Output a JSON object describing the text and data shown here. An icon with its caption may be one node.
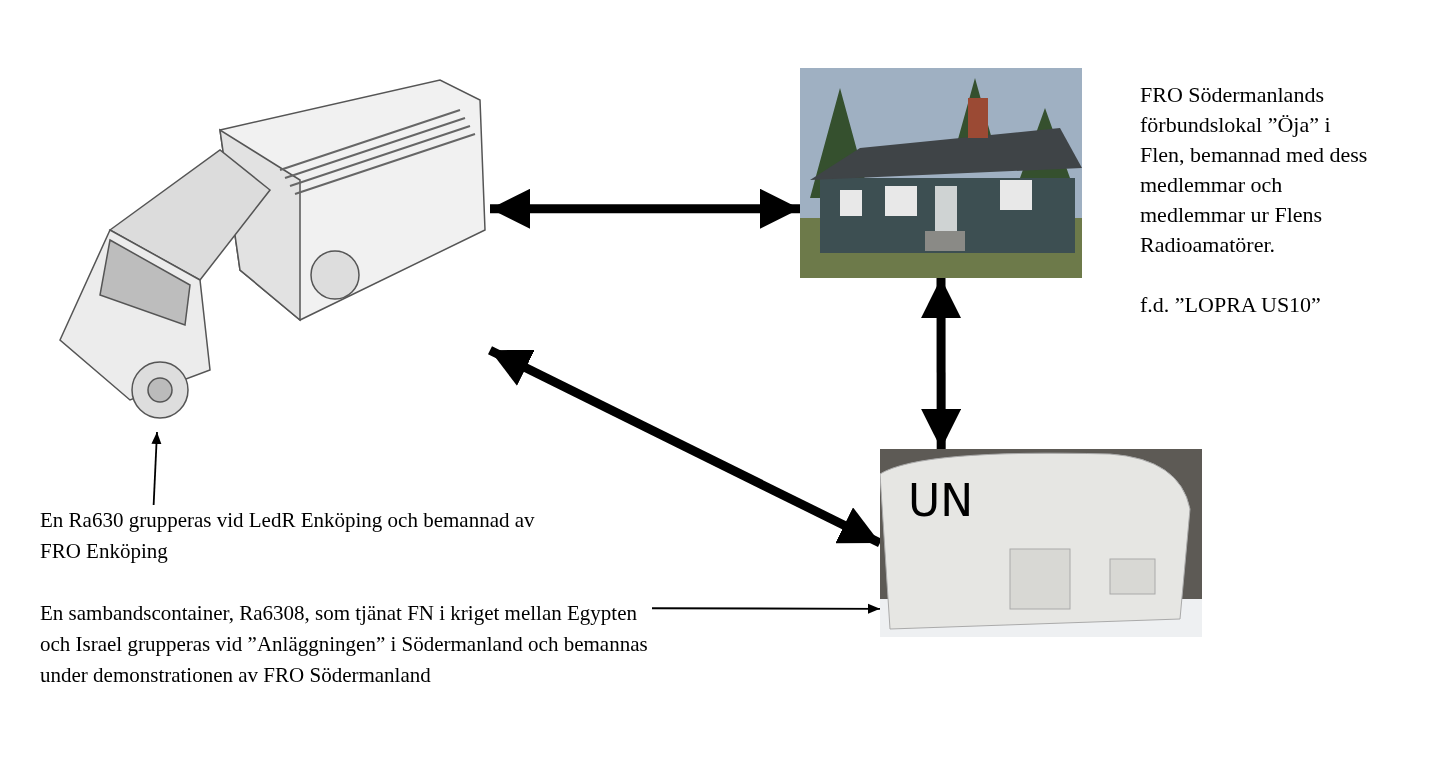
{
  "diagram": {
    "nodes": [
      {
        "text": [],
        "shape": "picture"
      },
      {
        "text": [],
        "shape": "picture",
        "beside": [
          "FRO Södermanlands förbundslokal ”Öja” i Flen, bemannad med dess medlemmar och medlemmar ur Flens Radioamatörer.",
          "f.d.  ”LOPRA US10”"
        ]
      },
      {
        "text": [],
        "shape": "picture"
      },
      {
        "text": [
          "En Ra630 grupperas vid LedR Enköping och bemannad av FRO Enköping"
        ]
      },
      {
        "text": [
          "En sambandscontainer, Ra6308, som tjänat FN i kriget mellan Egypten och Israel grupperas vid ”Anläggningen” i Södermanland och bemannas under demonstrationen av FRO Södermanland"
        ]
      }
    ],
    "edges": [
      {
        "from": 0,
        "to": 1,
        "arrow": "both"
      },
      {
        "from": 1,
        "to": 2,
        "arrow": "both"
      },
      {
        "from": 0,
        "to": 2,
        "arrow": "both"
      },
      {
        "from": 3,
        "to": 0,
        "arrow": "to"
      },
      {
        "from": 4,
        "to": 2,
        "arrow": "to"
      }
    ],
    "labels": [
      "UN"
    ]
  }
}
